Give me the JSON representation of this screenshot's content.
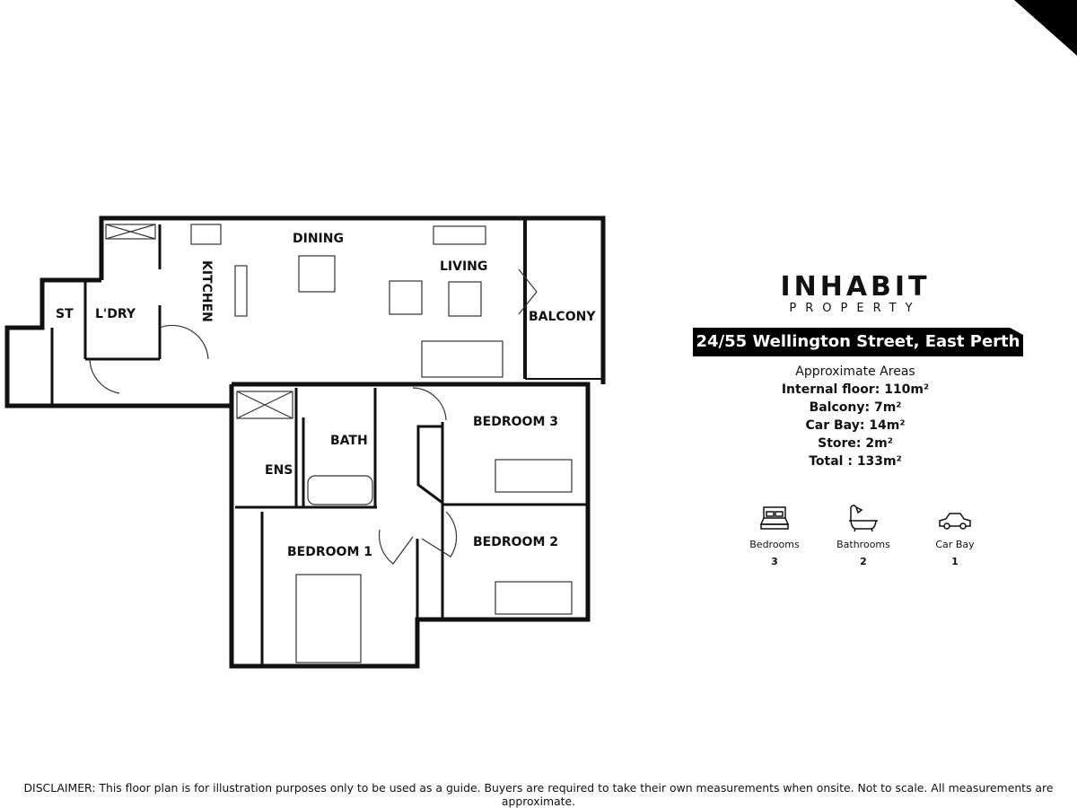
{
  "rooms": {
    "dining": "DINING",
    "living": "LIVING",
    "kitchen": "KITCHEN",
    "balcony": "BALCONY",
    "st": "ST",
    "ldry": "L'DRY",
    "bath": "BATH",
    "ens": "ENS",
    "bedroom1": "BEDROOM 1",
    "bedroom2": "BEDROOM 2",
    "bedroom3": "BEDROOM 3"
  },
  "brand": {
    "name": "INHABIT",
    "sub": "PROPERTY"
  },
  "address": "24/55 Wellington Street, East Perth",
  "areas": {
    "heading": "Approximate Areas",
    "internal": "Internal floor: 110m²",
    "balcony": "Balcony: 7m²",
    "car_bay": "Car Bay: 14m²",
    "store": "Store: 2m²",
    "total": "Total : 133m²"
  },
  "features": [
    {
      "icon": "bed-icon",
      "label": "Bedrooms",
      "count": "3"
    },
    {
      "icon": "bath-icon",
      "label": "Bathrooms",
      "count": "2"
    },
    {
      "icon": "car-icon",
      "label": "Car Bay",
      "count": "1"
    }
  ],
  "disclaimer": "DISCLAIMER: This floor plan is for illustration purposes only to be used as a guide. Buyers are required to take their own measurements when onsite. Not to scale. All measurements are approximate."
}
